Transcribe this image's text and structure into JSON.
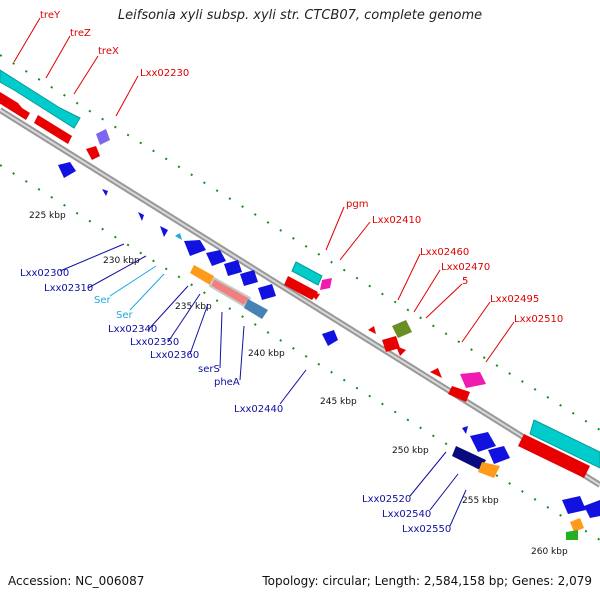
{
  "title": "Leifsonia xyli subsp. xyli str. CTCB07, complete genome",
  "footer": {
    "accession": "Accession: NC_006087",
    "summary": "Topology: circular; Length: 2,584,158 bp; Genes: 2,079"
  },
  "scale_labels": [
    "225 kbp",
    "230 kbp",
    "235 kbp",
    "240 kbp",
    "245 kbp",
    "250 kbp",
    "255 kbp",
    "260 kbp"
  ],
  "gene_labels": {
    "red": [
      "treY",
      "treZ",
      "treX",
      "Lxx02230",
      "pgm",
      "Lxx02410",
      "Lxx02460",
      "Lxx02470",
      "5",
      "Lxx02495",
      "Lxx02510"
    ],
    "blue": [
      "Lxx02300",
      "Lxx02310",
      "Lxx02340",
      "Lxx02350",
      "Lxx02360",
      "serS",
      "pheA",
      "Lxx02440",
      "Lxx02520",
      "Lxx02540",
      "Lxx02550"
    ],
    "cyan": [
      "Ser",
      "Ser"
    ]
  },
  "colors": {
    "backbone": "#8c8c8c",
    "tick": "#1a8a1a",
    "red_label": "#e00000",
    "blue_label": "#1010a0",
    "cyan_label": "#1ca9e0",
    "cds_forward": "#00cccc",
    "cds_red": "#e80000",
    "cds_blue": "#1212e0",
    "navy": "#0a0a80",
    "orange": "#ff9a1a",
    "pink": "#f01ab0",
    "olive": "#6b8e23",
    "purple": "#7b68ee",
    "salmon": "#f08080",
    "steel": "#4682b4",
    "green": "#22b022"
  }
}
